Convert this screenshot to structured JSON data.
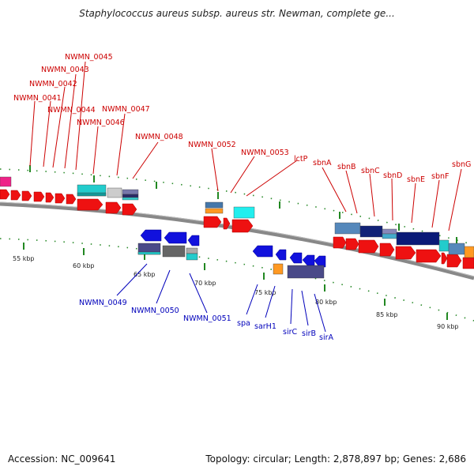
{
  "title": "Staphylococcus aureus subsp. aureus str. Newman, complete ge...",
  "footer": {
    "accession": "Accession: NC_009641",
    "summary": "Topology: circular; Length: 2,878,897 bp; Genes: 2,686"
  },
  "ticks": [
    "55 kbp",
    "60 kbp",
    "65 kbp",
    "70 kbp",
    "75 kbp",
    "80 kbp",
    "85 kbp",
    "90 kbp"
  ],
  "top_labels": [
    "NWMN_0045",
    "NWMN_0043",
    "NWMN_0042",
    "NWMN_0041",
    "NWMN_0044",
    "NWMN_0047",
    "NWMN_0046",
    "NWMN_0048",
    "NWMN_0052",
    "NWMN_0053",
    "lctP",
    "sbnA",
    "sbnB",
    "sbnC",
    "sbnD",
    "sbnE",
    "sbnF",
    "sbnG"
  ],
  "bottom_labels": [
    "NWMN_0049",
    "NWMN_0050",
    "NWMN_0051",
    "spa",
    "sarH1",
    "sirC",
    "sirB",
    "sirA"
  ],
  "colors": {
    "forward_gene": "#ee1111",
    "reverse_gene": "#1111dd",
    "top_label": "#cc0000",
    "bottom_label": "#0000bb",
    "tick": "#228822",
    "backbone": "#888888"
  }
}
